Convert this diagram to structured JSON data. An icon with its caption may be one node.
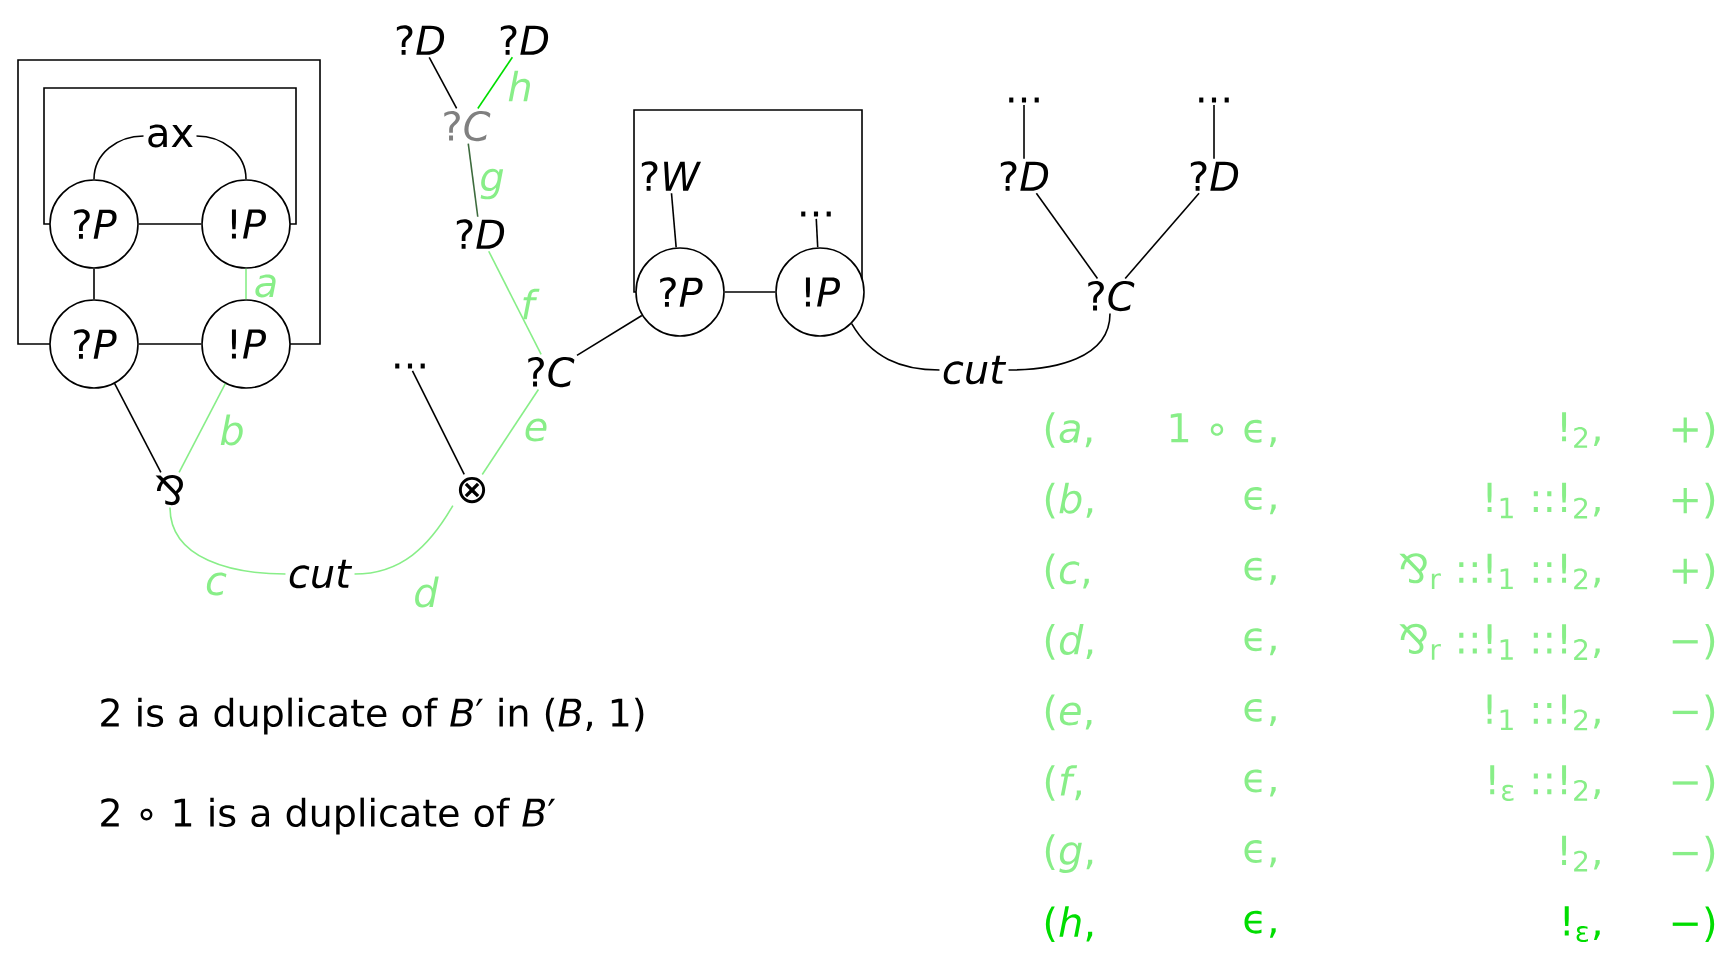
{
  "diagram": {
    "nodes": [
      {
        "text": [
          "?*P*"
        ]
      },
      {
        "text": [
          "!*P*"
        ]
      },
      {
        "text": [
          "ax"
        ]
      },
      {
        "text": [
          "?*P*"
        ]
      },
      {
        "text": [
          "!*P*"
        ]
      },
      {
        "text": [
          "⅋"
        ]
      },
      {
        "text": [
          "*cut*"
        ]
      },
      {
        "text": [
          "⊗"
        ]
      },
      {
        "text": [
          "..."
        ]
      },
      {
        "text": [
          "?*C*"
        ]
      },
      {
        "text": [
          "?*D*"
        ]
      },
      {
        "text": [
          "?*C*"
        ]
      },
      {
        "text": [
          "?*D*"
        ]
      },
      {
        "text": [
          "?*D*"
        ]
      },
      {
        "text": [
          "?*P*"
        ]
      },
      {
        "text": [
          "!*P*"
        ]
      },
      {
        "text": [
          "?*W*"
        ]
      },
      {
        "text": [
          "..."
        ]
      },
      {
        "text": [
          "*cut*"
        ]
      },
      {
        "text": [
          "?*C*"
        ]
      },
      {
        "text": [
          "?*D*"
        ]
      },
      {
        "text": [
          "?*D*"
        ]
      },
      {
        "text": [
          "..."
        ]
      },
      {
        "text": [
          "..."
        ]
      }
    ],
    "edges": [
      {
        "from": 0,
        "to": 1,
        "arrow": "none"
      },
      {
        "from": 0,
        "to": 2,
        "arrow": "none"
      },
      {
        "from": 2,
        "to": 1,
        "arrow": "none"
      },
      {
        "from": 0,
        "to": 3,
        "arrow": "none"
      },
      {
        "from": 1,
        "to": 4,
        "arrow": "none",
        "label": "*a*",
        "color": "#88ee88"
      },
      {
        "from": 3,
        "to": 4,
        "arrow": "none"
      },
      {
        "from": 3,
        "to": 5,
        "arrow": "none"
      },
      {
        "from": 4,
        "to": 5,
        "arrow": "none",
        "label": "*b*",
        "color": "#88ee88"
      },
      {
        "from": 5,
        "to": 6,
        "arrow": "none",
        "label": "*c*",
        "color": "#88ee88"
      },
      {
        "from": 6,
        "to": 7,
        "arrow": "none",
        "label": "*d*",
        "color": "#88ee88"
      },
      {
        "from": 8,
        "to": 7,
        "arrow": "none"
      },
      {
        "from": 9,
        "to": 7,
        "arrow": "none",
        "label": "*e*",
        "color": "#88ee88"
      },
      {
        "from": 10,
        "to": 9,
        "arrow": "none",
        "label": "*f*",
        "color": "#88ee88"
      },
      {
        "from": 11,
        "to": 10,
        "arrow": "none",
        "label": "*g*",
        "color": "#3d6b3d"
      },
      {
        "from": 12,
        "to": 11,
        "arrow": "none"
      },
      {
        "from": 13,
        "to": 11,
        "arrow": "none",
        "label": "*h*",
        "color": "#00dd00"
      },
      {
        "from": 9,
        "to": 14,
        "arrow": "none"
      },
      {
        "from": 14,
        "to": 15,
        "arrow": "none"
      },
      {
        "from": 16,
        "to": 14,
        "arrow": "none"
      },
      {
        "from": 17,
        "to": 15,
        "arrow": "none"
      },
      {
        "from": 15,
        "to": 18,
        "arrow": "none"
      },
      {
        "from": 18,
        "to": 19,
        "arrow": "none"
      },
      {
        "from": 20,
        "to": 19,
        "arrow": "none"
      },
      {
        "from": 21,
        "to": 19,
        "arrow": "none"
      },
      {
        "from": 22,
        "to": 20,
        "arrow": "none"
      },
      {
        "from": 23,
        "to": 21,
        "arrow": "none"
      }
    ],
    "labels": [
      "2 is a duplicate of *B*′ in (*B*, 1)",
      "2 ∘ 1 is a duplicate of *B*′",
      "(*a*,",
      "1 ∘ ϵ,",
      "!$_{2}$,",
      "+)",
      "(*b*,",
      "ϵ,",
      "!$_{1}$ ::!$_{2}$,",
      "+)",
      "(*c*,",
      "ϵ,",
      "⅋$_{r}$ ::!$_{1}$ ::!$_{2}$,",
      "+)",
      "(*d*,",
      "ϵ,",
      "⅋$_{r}$ ::!$_{1}$ ::!$_{2}$,",
      "−)",
      "(*e*,",
      "ϵ,",
      "!$_{1}$ ::!$_{2}$,",
      "−)",
      "(*f*,",
      "ϵ,",
      "!$_{ε}$ ::!$_{2}$,",
      "−)",
      "(*g*,",
      "ϵ,",
      "!$_{2}$,",
      "−)",
      "(*h*,",
      "ϵ,",
      "!$_{ε}$,",
      "−)"
    ]
  }
}
